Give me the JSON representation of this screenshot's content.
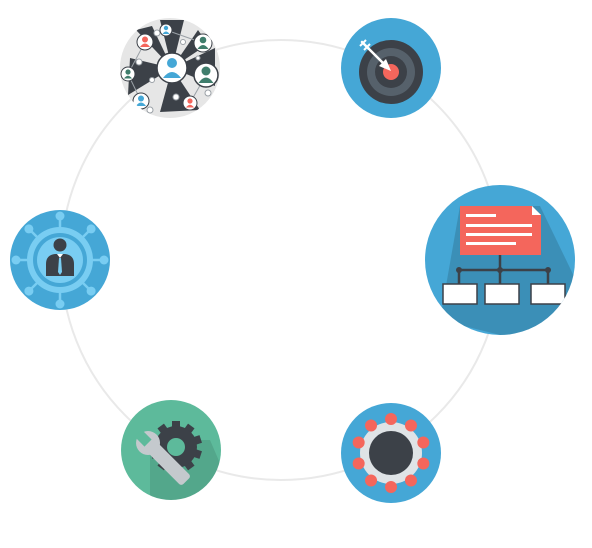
{
  "diagram": {
    "ring_color": "#e9e9e9",
    "nodes": [
      {
        "id": "network",
        "icon": "people-network-icon",
        "bg_color": "#e6e6e6"
      },
      {
        "id": "target",
        "icon": "target-icon",
        "bg_color": "#45a7d6"
      },
      {
        "id": "hierarchy",
        "icon": "org-chart-icon",
        "bg_color": "#45a7d6",
        "featured": true
      },
      {
        "id": "process",
        "icon": "process-ring-icon",
        "bg_color": "#45a7d6"
      },
      {
        "id": "settings",
        "icon": "wrench-gear-icon",
        "bg_color": "#5dba9b"
      },
      {
        "id": "user",
        "icon": "user-hub-icon",
        "bg_color": "#45a7d6"
      }
    ],
    "colors": {
      "accent_red": "#f4665c",
      "dark": "#3c4148",
      "blue": "#45a7d6",
      "light_blue": "#79cdf2",
      "green": "#5dba9b",
      "teal_person": "#3f7d6c"
    }
  }
}
